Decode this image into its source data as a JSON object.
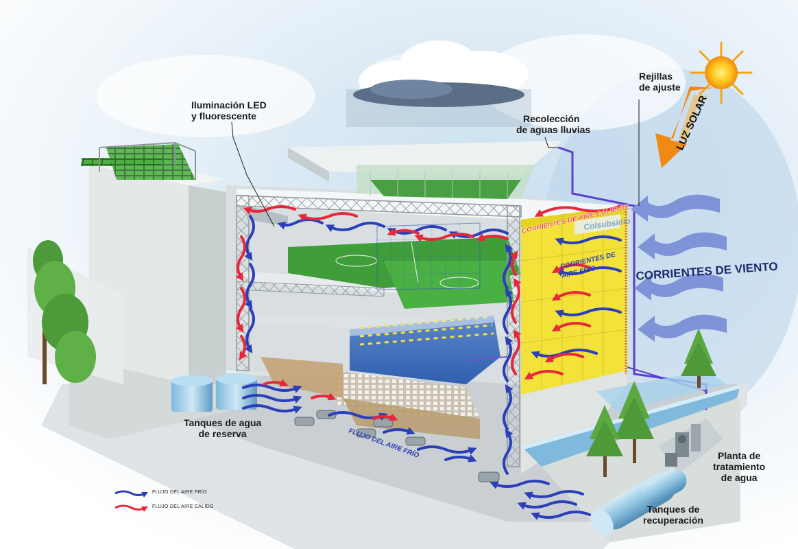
{
  "labels": {
    "iluminacion": [
      "Iluminación LED",
      "y fluorescente"
    ],
    "recoleccion": [
      "Recolección",
      "de aguas lluvias"
    ],
    "rejillas": [
      "Rejillas",
      "de ajuste"
    ],
    "luz_solar": "LUZ SOLAR",
    "corrientes_viento": "CORRIENTES DE VIENTO",
    "corrientes_caliente": "CORRIENTES DE AIRE CALIENTE",
    "corrientes_frio": [
      "CORRIENTES DE",
      "AIRE FRÍO"
    ],
    "logo": "Colsubsidio",
    "tanques_reserva": [
      "Tanques de agua",
      "de reserva"
    ],
    "flujo_frio": "FLUJO DEL AIRE FRÍO",
    "planta": [
      "Planta de",
      "tratamiento",
      "de agua"
    ],
    "tanques_recuperacion": [
      "Tanques de",
      "recuperación"
    ]
  },
  "legend": {
    "cold": "FLUJO DEL AIRE FRÍO",
    "warm": "FLUJO DEL AIRE CÁLIDO"
  },
  "colors": {
    "cold_air": "#2a3fb8",
    "warm_air": "#e8283a",
    "wind": "#7f93d8",
    "sun_arrow": "#f08a12",
    "facade": "#f2e23a",
    "field": "#3f9e3a",
    "pool": "#2f5fb0",
    "water_pipe": "#5a3fd0"
  },
  "icons": [
    "sun-icon",
    "cloud-icon",
    "tree-icon",
    "car-icon",
    "water-tank-icon",
    "treatment-plant-icon"
  ]
}
